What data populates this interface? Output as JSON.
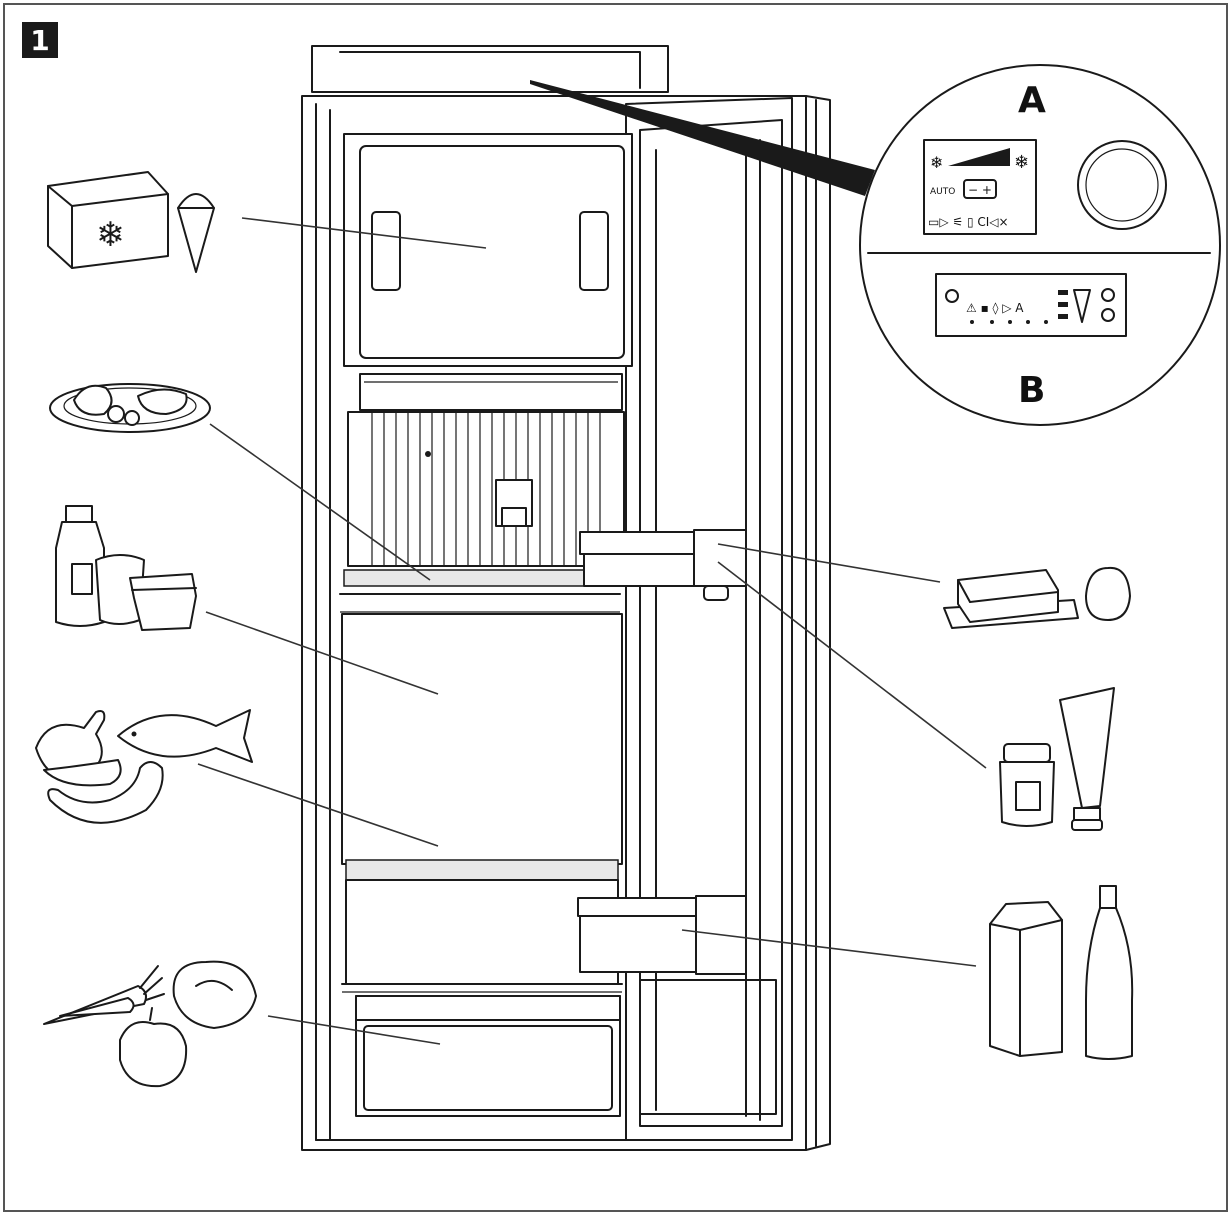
{
  "figure": {
    "number": "1",
    "callouts": {
      "a": "A",
      "b": "B"
    },
    "control_panel_a": {
      "auto_label": "AUTO"
    },
    "colors": {
      "line": "#1a1a1a",
      "background": "#ffffff",
      "badge": "#1a1a1a"
    }
  },
  "legend_items": [
    {
      "icon": "frozen-box-icon"
    },
    {
      "icon": "ice-cream-cone-icon"
    },
    {
      "icon": "plate-of-meat-icon"
    },
    {
      "icon": "milk-bottle-icon"
    },
    {
      "icon": "cup-icon"
    },
    {
      "icon": "dairy-tub-icon"
    },
    {
      "icon": "chicken-leg-icon"
    },
    {
      "icon": "fish-icon"
    },
    {
      "icon": "sausage-icon"
    },
    {
      "icon": "carrot-icon"
    },
    {
      "icon": "cabbage-icon"
    },
    {
      "icon": "pepper-icon"
    },
    {
      "icon": "butter-dish-icon"
    },
    {
      "icon": "egg-icon"
    },
    {
      "icon": "jar-icon"
    },
    {
      "icon": "tube-icon"
    },
    {
      "icon": "milk-carton-icon"
    },
    {
      "icon": "bottle-icon"
    }
  ]
}
